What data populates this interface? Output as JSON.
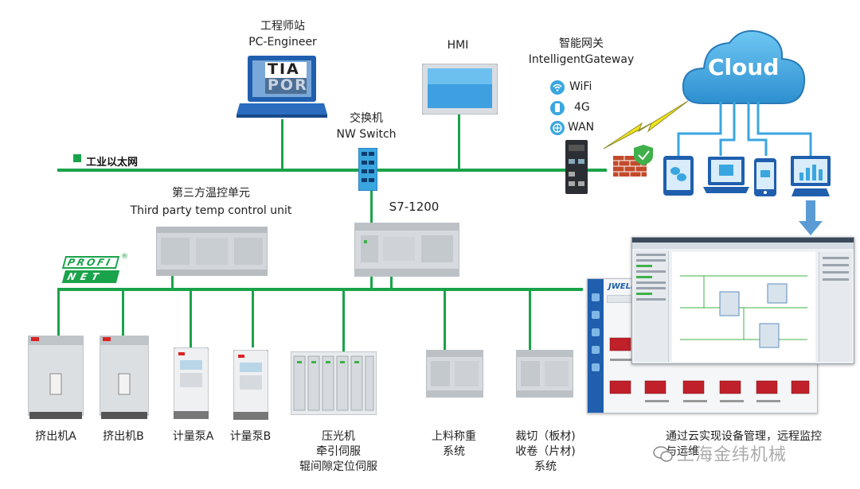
{
  "engineer": {
    "label_cn": "工程师站",
    "label_en": "PC-Engineer",
    "screen_text_1": "TIA",
    "screen_text_2": "POR"
  },
  "hmi": {
    "label": "HMI"
  },
  "gateway": {
    "label_cn": "智能网关",
    "label_en": "IntelligentGateway",
    "items": [
      "WiFi",
      "4G",
      "WAN"
    ]
  },
  "cloud": {
    "label": "Cloud"
  },
  "switch": {
    "label_cn": "交换机",
    "label_en": "NW Switch"
  },
  "ethernet": {
    "label": "工业以太网"
  },
  "temp_unit": {
    "label_cn": "第三方温控单元",
    "label_en": "Third party temp control unit"
  },
  "plc": {
    "label": "S7-1200"
  },
  "profinet": {
    "line1": "PROFI",
    "line2": "NET",
    "mark": "®"
  },
  "devices": [
    {
      "label": "挤出机A"
    },
    {
      "label": "挤出机B"
    },
    {
      "label": "计量泵A"
    },
    {
      "label": "计量泵B"
    },
    {
      "label_lines": [
        "压光机",
        "牵引伺服",
        "辊间隙定位伺服"
      ]
    },
    {
      "label_lines": [
        "上料称重",
        "系统"
      ]
    },
    {
      "label_lines": [
        "裁切（板材)",
        "收卷（片材)",
        "系统"
      ]
    }
  ],
  "cloud_caption": "通过云实现设备管理，远程监控与运维",
  "watermark": "上海金纬机械",
  "scada": {
    "brand": "JWELL"
  },
  "colors": {
    "network": "#1aa34a",
    "cloud": "#3aa6e0",
    "device_blue": "#1f5fae"
  }
}
